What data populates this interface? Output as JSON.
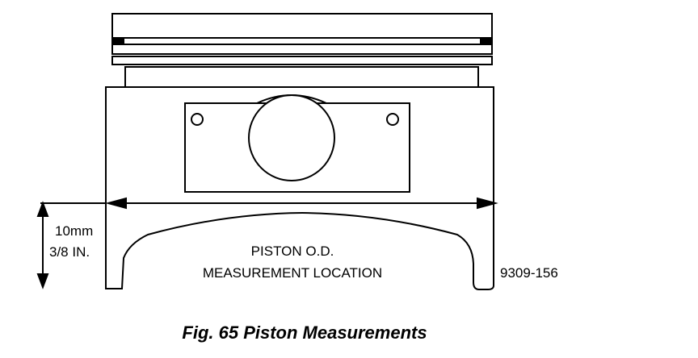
{
  "figure": {
    "caption": "Fig. 65 Piston Measurements",
    "reference_number": "9309-156",
    "measurement_label_line1": "PISTON O.D.",
    "measurement_label_line2": "MEASUREMENT LOCATION",
    "offset_metric": "10mm",
    "offset_imperial": "3/8 IN."
  },
  "colors": {
    "ink": "#000000",
    "background": "#ffffff"
  }
}
